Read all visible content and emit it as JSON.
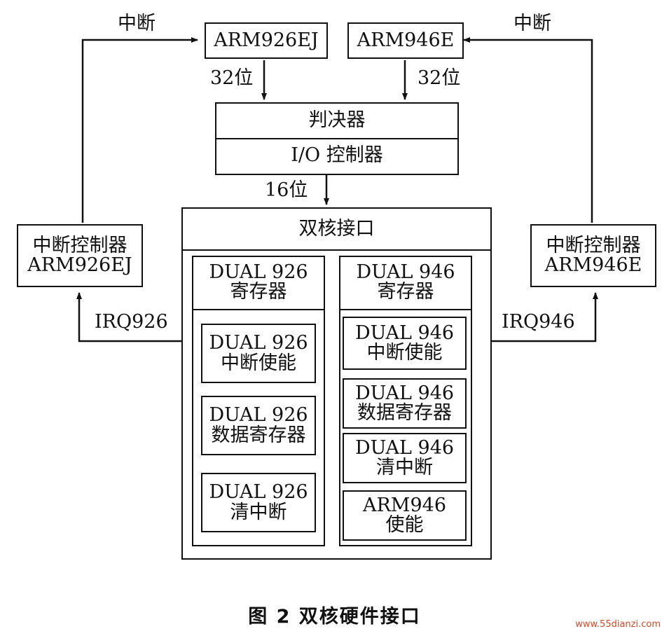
{
  "cpu_left": {
    "label": "ARM926EJ"
  },
  "cpu_right": {
    "label": "ARM946E"
  },
  "interrupt_label_left": "中断",
  "interrupt_label_right": "中断",
  "bus_left_label": "32位",
  "bus_right_label": "32位",
  "arbiter": {
    "top": "判决器",
    "bottom": "I/O 控制器"
  },
  "bus_down_label": "16位",
  "dual_core_interface": {
    "title": "双核接口"
  },
  "irq_controller_left": {
    "line1": "中断控制器",
    "line2": "ARM926EJ"
  },
  "irq_controller_right": {
    "line1": "中断控制器",
    "line2": "ARM946E"
  },
  "irq_left_label": "IRQ926",
  "irq_right_label": "IRQ946",
  "group_926": {
    "header": {
      "line1": "DUAL 926",
      "line2": "寄存器"
    },
    "items": [
      {
        "line1": "DUAL 926",
        "line2": "中断使能"
      },
      {
        "line1": "DUAL 926",
        "line2": "数据寄存器"
      },
      {
        "line1": "DUAL 926",
        "line2": "清中断"
      }
    ]
  },
  "group_946": {
    "header": {
      "line1": "DUAL 946",
      "line2": "寄存器"
    },
    "items": [
      {
        "line1": "DUAL 946",
        "line2": "中断使能"
      },
      {
        "line1": "DUAL 946",
        "line2": "数据寄存器"
      },
      {
        "line1": "DUAL 946",
        "line2": "清中断"
      },
      {
        "line1": "ARM946",
        "line2": "使能"
      }
    ]
  },
  "caption": "图 2   双核硬件接口",
  "watermark": "www.55dianzi.com"
}
